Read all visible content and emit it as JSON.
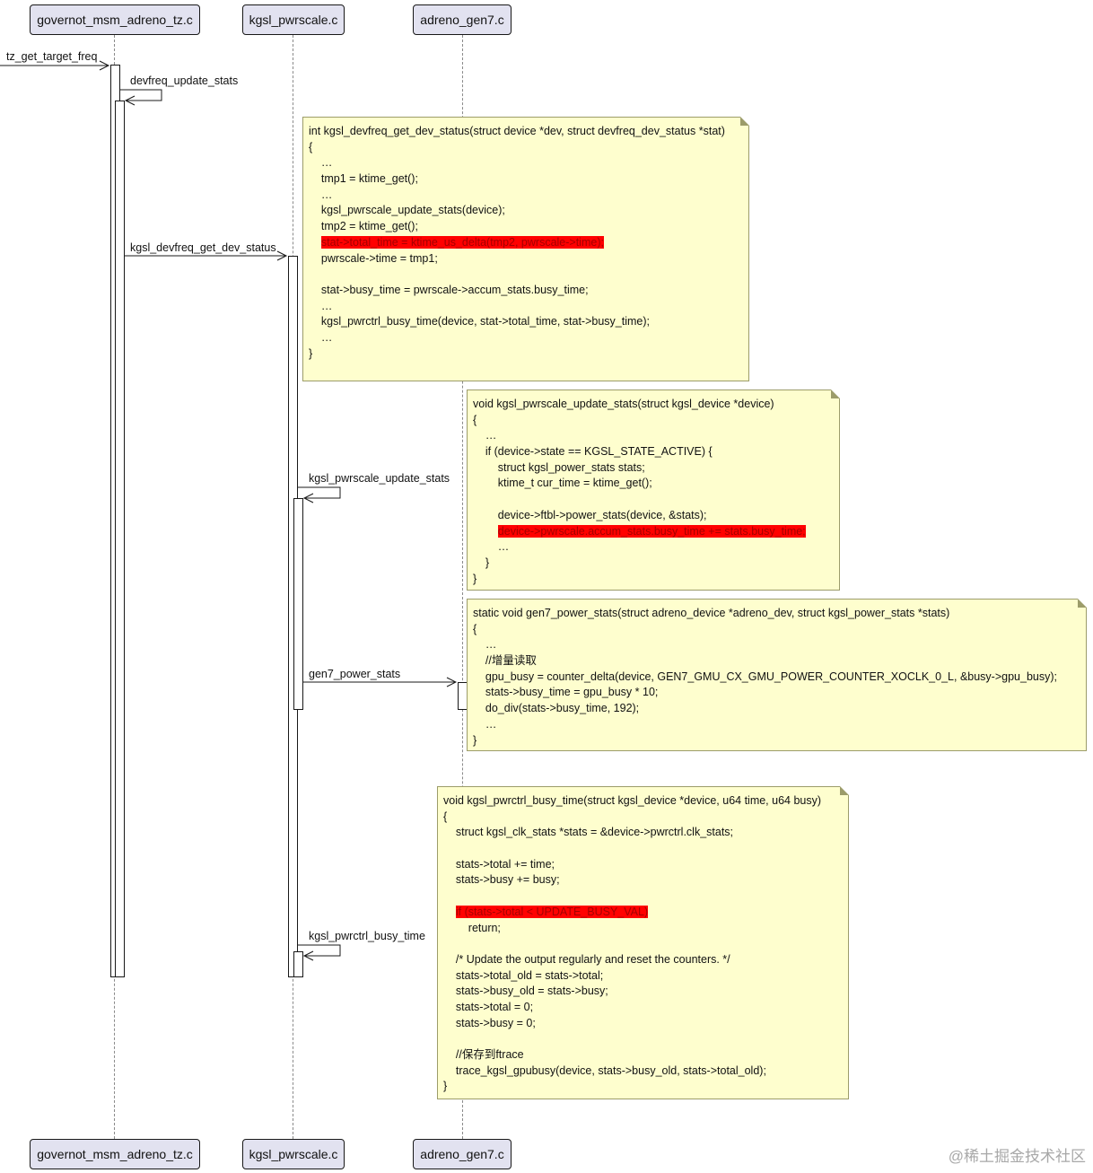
{
  "participants": {
    "governot": "governot_msm_adreno_tz.c",
    "pwrscale": "kgsl_pwrscale.c",
    "gen7": "adreno_gen7.c"
  },
  "messages": {
    "tz_get_target_freq": "tz_get_target_freq",
    "devfreq_update_stats": "devfreq_update_stats",
    "kgsl_devfreq_get_dev_status": "kgsl_devfreq_get_dev_status",
    "kgsl_pwrscale_update_stats": "kgsl_pwrscale_update_stats",
    "gen7_power_stats": "gen7_power_stats",
    "kgsl_pwrctrl_busy_time": "kgsl_pwrctrl_busy_time"
  },
  "notes": {
    "dev_status": [
      {
        "text": "int kgsl_devfreq_get_dev_status(struct device *dev, struct devfreq_dev_status *stat)",
        "hl": false
      },
      {
        "text": "{",
        "hl": false
      },
      {
        "text": "    …",
        "hl": false
      },
      {
        "text": "    tmp1 = ktime_get();",
        "hl": false
      },
      {
        "text": "    …",
        "hl": false
      },
      {
        "text": "    kgsl_pwrscale_update_stats(device);",
        "hl": false
      },
      {
        "text": "    tmp2 = ktime_get();",
        "hl": false
      },
      {
        "text": "    stat->total_time = ktime_us_delta(tmp2, pwrscale->time);",
        "hl": true
      },
      {
        "text": "    pwrscale->time = tmp1;",
        "hl": false
      },
      {
        "text": "",
        "hl": false
      },
      {
        "text": "    stat->busy_time = pwrscale->accum_stats.busy_time;",
        "hl": false
      },
      {
        "text": "    …",
        "hl": false
      },
      {
        "text": "    kgsl_pwrctrl_busy_time(device, stat->total_time, stat->busy_time);",
        "hl": false
      },
      {
        "text": "    …",
        "hl": false
      },
      {
        "text": "}",
        "hl": false
      }
    ],
    "update_stats": [
      {
        "text": "void kgsl_pwrscale_update_stats(struct kgsl_device *device)",
        "hl": false
      },
      {
        "text": "{",
        "hl": false
      },
      {
        "text": "    …",
        "hl": false
      },
      {
        "text": "    if (device->state == KGSL_STATE_ACTIVE) {",
        "hl": false
      },
      {
        "text": "        struct kgsl_power_stats stats;",
        "hl": false
      },
      {
        "text": "        ktime_t cur_time = ktime_get();",
        "hl": false
      },
      {
        "text": "",
        "hl": false
      },
      {
        "text": "        device->ftbl->power_stats(device, &stats);",
        "hl": false
      },
      {
        "text": "        device->pwrscale.accum_stats.busy_time += stats.busy_time;",
        "hl": true
      },
      {
        "text": "        …",
        "hl": false
      },
      {
        "text": "    }",
        "hl": false
      },
      {
        "text": "}",
        "hl": false
      }
    ],
    "gen7_power_stats": [
      {
        "text": "static void gen7_power_stats(struct adreno_device *adreno_dev, struct kgsl_power_stats *stats)",
        "hl": false
      },
      {
        "text": "{",
        "hl": false
      },
      {
        "text": "    …",
        "hl": false
      },
      {
        "text": "    //增量读取",
        "hl": false
      },
      {
        "text": "    gpu_busy = counter_delta(device, GEN7_GMU_CX_GMU_POWER_COUNTER_XOCLK_0_L, &busy->gpu_busy);",
        "hl": false
      },
      {
        "text": "    stats->busy_time = gpu_busy * 10;",
        "hl": false
      },
      {
        "text": "    do_div(stats->busy_time, 192);",
        "hl": false
      },
      {
        "text": "    …",
        "hl": false
      },
      {
        "text": "}",
        "hl": false
      }
    ],
    "busy_time": [
      {
        "text": "void kgsl_pwrctrl_busy_time(struct kgsl_device *device, u64 time, u64 busy)",
        "hl": false
      },
      {
        "text": "{",
        "hl": false
      },
      {
        "text": "    struct kgsl_clk_stats *stats = &device->pwrctrl.clk_stats;",
        "hl": false
      },
      {
        "text": "",
        "hl": false
      },
      {
        "text": "    stats->total += time;",
        "hl": false
      },
      {
        "text": "    stats->busy += busy;",
        "hl": false
      },
      {
        "text": "",
        "hl": false
      },
      {
        "text": "    if (stats->total < UPDATE_BUSY_VAL)",
        "hl": true
      },
      {
        "text": "        return;",
        "hl": false
      },
      {
        "text": "",
        "hl": false
      },
      {
        "text": "    /* Update the output regularly and reset the counters. */",
        "hl": false
      },
      {
        "text": "    stats->total_old = stats->total;",
        "hl": false
      },
      {
        "text": "    stats->busy_old = stats->busy;",
        "hl": false
      },
      {
        "text": "    stats->total = 0;",
        "hl": false
      },
      {
        "text": "    stats->busy = 0;",
        "hl": false
      },
      {
        "text": "",
        "hl": false
      },
      {
        "text": "    //保存到ftrace",
        "hl": false
      },
      {
        "text": "    trace_kgsl_gpubusy(device, stats->busy_old, stats->total_old);",
        "hl": false
      },
      {
        "text": "}",
        "hl": false
      }
    ]
  },
  "watermark": "@稀土掘金技术社区",
  "colors": {
    "participant_bg": "#e2e2f0",
    "note_bg": "#fefece",
    "highlight": "#ff0000"
  }
}
